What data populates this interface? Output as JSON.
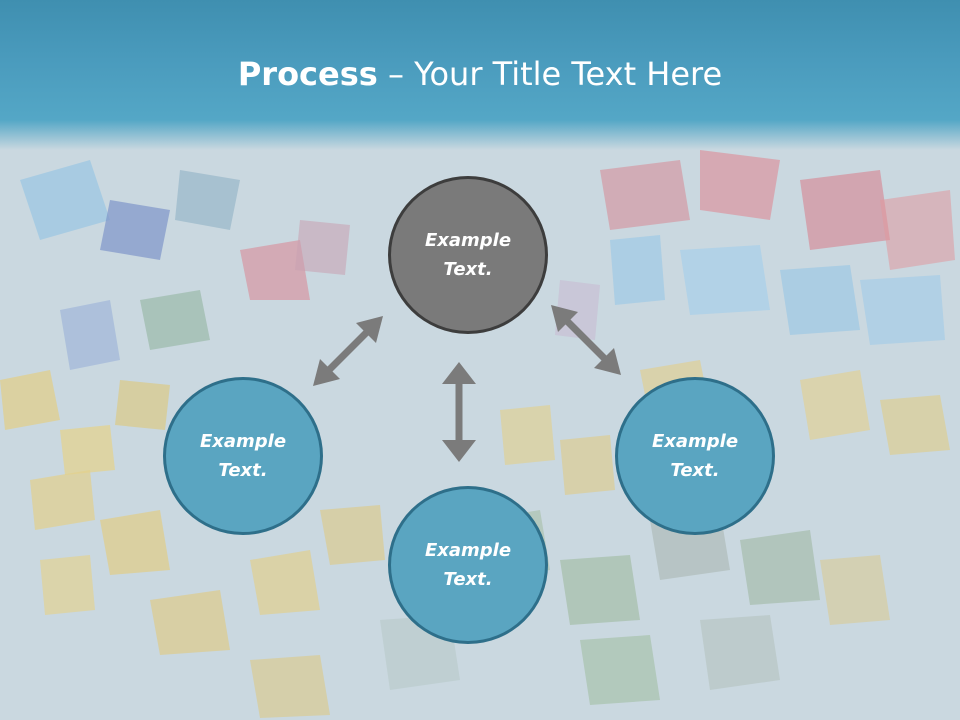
{
  "slide": {
    "title_bold": "Process",
    "title_rest": " – Your Title Text Here"
  },
  "diagram": {
    "nodes": [
      {
        "id": "top",
        "text": "Example Text.",
        "style": "gray"
      },
      {
        "id": "left",
        "text": "Example Text.",
        "style": "blue"
      },
      {
        "id": "bottom",
        "text": "Example Text.",
        "style": "blue"
      },
      {
        "id": "right",
        "text": "Example Text.",
        "style": "blue"
      }
    ],
    "arrow_color": "#7b7b7b",
    "node_fill_blue": "#5aa5c1",
    "node_fill_gray": "#7a7a7a",
    "node_border_blue": "#2e6f8a",
    "node_border_gray": "#3d3d3d"
  },
  "background": {
    "description_color": "#c9d9e2",
    "title_bar_color": "#4a9bbd"
  }
}
